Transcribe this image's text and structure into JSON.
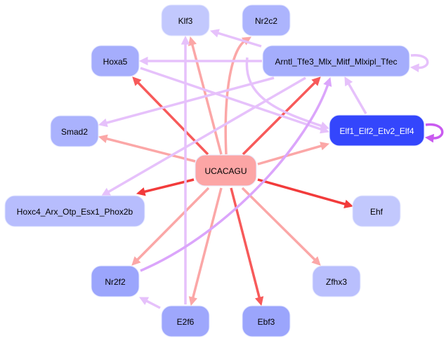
{
  "graph": {
    "title": "UCACAGU regulatory network",
    "colors": {
      "edge_strong_red": "#f23b3b",
      "edge_red": "#f75a5a",
      "edge_light_red": "#fba7a7",
      "edge_lavender": "#e6c1fb",
      "edge_violet": "#dba5fb",
      "edge_self_violet": "#c95bf0"
    },
    "nodes": [
      {
        "id": "Klf3",
        "label": "Klf3",
        "fill": "#c2c8fd",
        "text": "#000000"
      },
      {
        "id": "Nr2c2",
        "label": "Nr2c2",
        "fill": "#acb4fd",
        "text": "#000000"
      },
      {
        "id": "Hoxa5",
        "label": "Hoxa5",
        "fill": "#a5adfc",
        "text": "#000000"
      },
      {
        "id": "Arntl",
        "label": "Arntl_Tfe3_Mlx_Mitf_Mlxipl_Tfec",
        "fill": "#a4adfc",
        "text": "#000000"
      },
      {
        "id": "Smad2",
        "label": "Smad2",
        "fill": "#aab2fd",
        "text": "#000000"
      },
      {
        "id": "Elf1",
        "label": "Elf1_Elf2_Etv2_Elf4",
        "fill": "#3446fc",
        "text": "#ffffff"
      },
      {
        "id": "UCACAGU",
        "label": "UCACAGU",
        "fill": "#fca5a5",
        "text": "#000000"
      },
      {
        "id": "Hoxc4",
        "label": "Hoxc4_Arx_Otp_Esx1_Phox2b",
        "fill": "#b7bdfd",
        "text": "#000000"
      },
      {
        "id": "Ehf",
        "label": "Ehf",
        "fill": "#c2c8fd",
        "text": "#000000"
      },
      {
        "id": "Nr2f2",
        "label": "Nr2f2",
        "fill": "#9ba5fc",
        "text": "#000000"
      },
      {
        "id": "Zfhx3",
        "label": "Zfhx3",
        "fill": "#b9bffd",
        "text": "#000000"
      },
      {
        "id": "E2f6",
        "label": "E2f6",
        "fill": "#9ea7fc",
        "text": "#000000"
      },
      {
        "id": "Ebf3",
        "label": "Ebf3",
        "fill": "#9ba5fc",
        "text": "#000000"
      }
    ],
    "edges": [
      {
        "from": "UCACAGU",
        "to": "Hoxa5",
        "color": "edge_red"
      },
      {
        "from": "UCACAGU",
        "to": "Klf3",
        "color": "edge_light_red"
      },
      {
        "from": "UCACAGU",
        "to": "Nr2c2",
        "color": "edge_light_red"
      },
      {
        "from": "UCACAGU",
        "to": "Arntl",
        "color": "edge_red"
      },
      {
        "from": "UCACAGU",
        "to": "Smad2",
        "color": "edge_light_red"
      },
      {
        "from": "UCACAGU",
        "to": "Elf1",
        "color": "edge_light_red"
      },
      {
        "from": "UCACAGU",
        "to": "Hoxc4",
        "color": "edge_strong_red"
      },
      {
        "from": "UCACAGU",
        "to": "Ehf",
        "color": "edge_strong_red"
      },
      {
        "from": "UCACAGU",
        "to": "Nr2f2",
        "color": "edge_light_red"
      },
      {
        "from": "UCACAGU",
        "to": "E2f6",
        "color": "edge_light_red"
      },
      {
        "from": "UCACAGU",
        "to": "Ebf3",
        "color": "edge_red"
      },
      {
        "from": "UCACAGU",
        "to": "Zfhx3",
        "color": "edge_light_red"
      },
      {
        "from": "Arntl",
        "to": "Klf3",
        "color": "edge_lavender"
      },
      {
        "from": "Arntl",
        "to": "Hoxa5",
        "color": "edge_lavender"
      },
      {
        "from": "Arntl",
        "to": "Smad2",
        "color": "edge_lavender"
      },
      {
        "from": "Arntl",
        "to": "Hoxc4",
        "color": "edge_lavender"
      },
      {
        "from": "Arntl",
        "to": "Elf1",
        "color": "edge_lavender"
      },
      {
        "from": "Arntl",
        "to": "Arntl",
        "color": "edge_lavender"
      },
      {
        "from": "Hoxa5",
        "to": "Elf1",
        "color": "edge_lavender"
      },
      {
        "from": "Elf1",
        "to": "Arntl",
        "color": "edge_lavender"
      },
      {
        "from": "Elf1",
        "to": "Elf1",
        "color": "edge_self_violet"
      },
      {
        "from": "E2f6",
        "to": "Klf3",
        "color": "edge_lavender"
      },
      {
        "from": "E2f6",
        "to": "Nr2f2",
        "color": "edge_lavender"
      },
      {
        "from": "Nr2f2",
        "to": "Arntl",
        "color": "edge_violet"
      }
    ]
  }
}
